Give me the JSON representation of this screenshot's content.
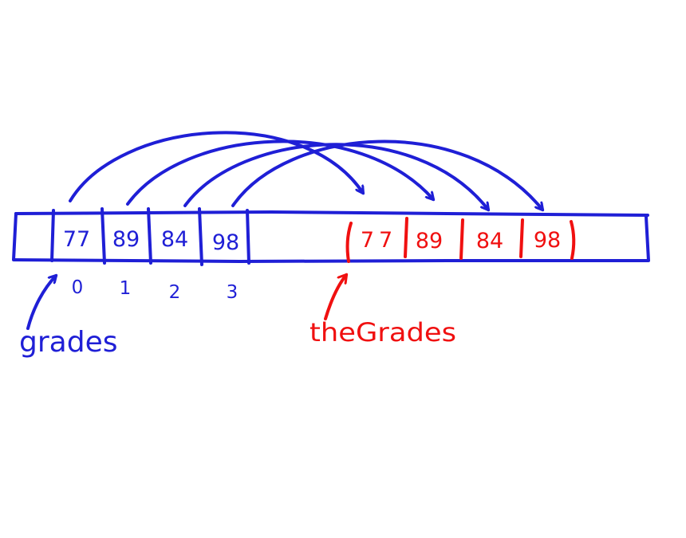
{
  "colors": {
    "original": "#1f1fd6",
    "copy": "#f01010",
    "background": "#ffffff"
  },
  "original_array": {
    "name": "grades",
    "values": [
      "77",
      "89",
      "84",
      "98"
    ],
    "indices": [
      "0",
      "1",
      "2",
      "3"
    ]
  },
  "copied_array": {
    "name": "theGrades",
    "values": [
      "77",
      "89",
      "84",
      "98"
    ]
  }
}
